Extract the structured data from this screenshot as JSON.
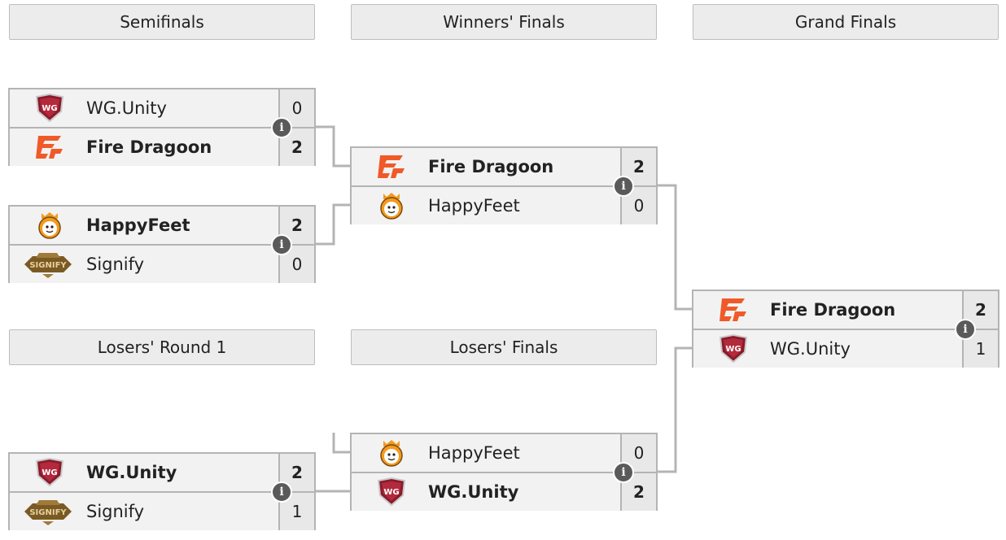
{
  "rounds": {
    "semifinals": "Semifinals",
    "winners_finals": "Winners' Finals",
    "grand_finals": "Grand Finals",
    "losers_round_1": "Losers' Round 1",
    "losers_finals": "Losers' Finals"
  },
  "matches": {
    "semi1": {
      "top": {
        "team": "WG.Unity",
        "score": "0",
        "logo": "wg-unity-logo"
      },
      "bottom": {
        "team": "Fire Dragoon",
        "score": "2",
        "logo": "fire-dragoon-logo"
      }
    },
    "semi2": {
      "top": {
        "team": "HappyFeet",
        "score": "2",
        "logo": "happyfeet-logo"
      },
      "bottom": {
        "team": "Signify",
        "score": "0",
        "logo": "signify-logo"
      }
    },
    "winners_final": {
      "top": {
        "team": "Fire Dragoon",
        "score": "2",
        "logo": "fire-dragoon-logo"
      },
      "bottom": {
        "team": "HappyFeet",
        "score": "0",
        "logo": "happyfeet-logo"
      }
    },
    "grand_final": {
      "top": {
        "team": "Fire Dragoon",
        "score": "2",
        "logo": "fire-dragoon-logo"
      },
      "bottom": {
        "team": "WG.Unity",
        "score": "1",
        "logo": "wg-unity-logo"
      }
    },
    "losers_r1": {
      "top": {
        "team": "WG.Unity",
        "score": "2",
        "logo": "wg-unity-logo"
      },
      "bottom": {
        "team": "Signify",
        "score": "1",
        "logo": "signify-logo"
      }
    },
    "losers_final": {
      "top": {
        "team": "HappyFeet",
        "score": "0",
        "logo": "happyfeet-logo"
      },
      "bottom": {
        "team": "WG.Unity",
        "score": "2",
        "logo": "wg-unity-logo"
      }
    }
  },
  "info_icon": "i",
  "colors": {
    "fire_dragoon": "#f05a28",
    "wg_unity": "#8b1a2b",
    "happyfeet": "#f39a1e",
    "signify": "#a07a3a",
    "connector": "#b4b4b4",
    "info_button": "#5a5a5a"
  }
}
